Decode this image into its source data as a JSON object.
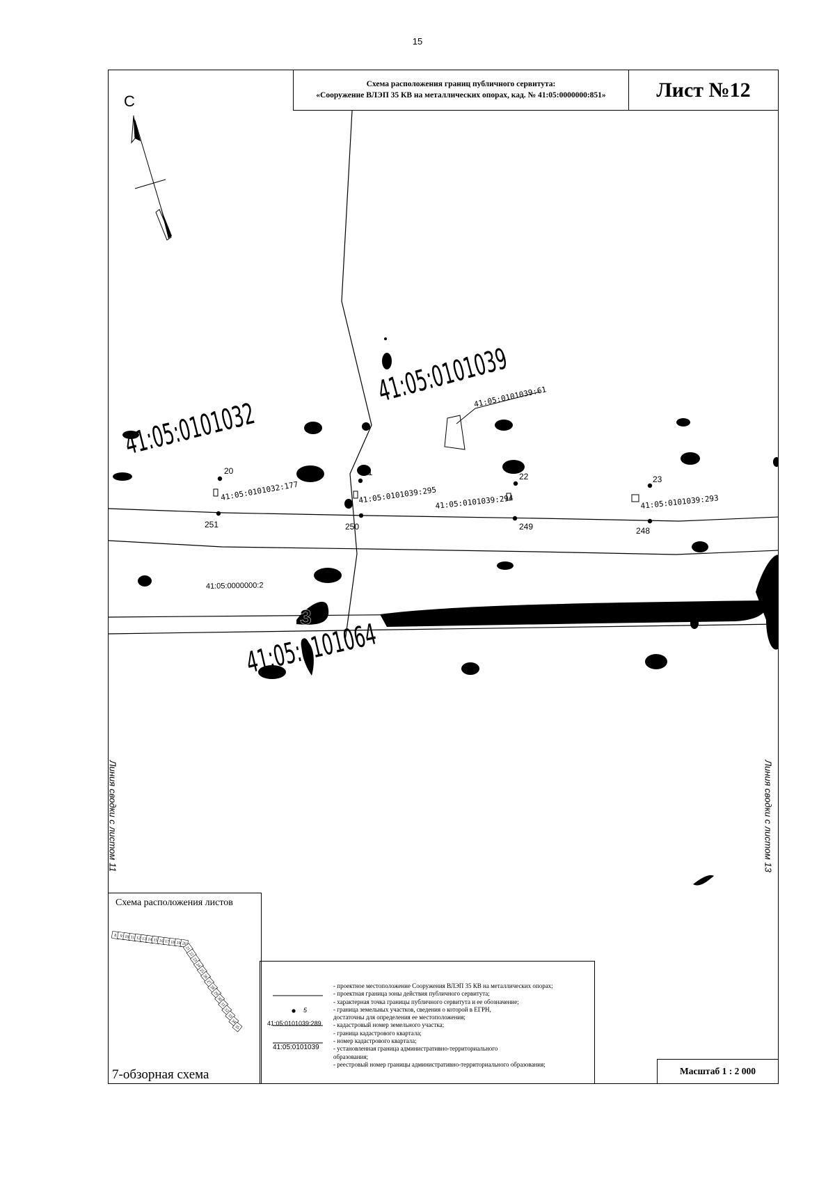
{
  "page_number": "15",
  "header": {
    "title_line1": "Схема расположения границ публичного сервитута:",
    "title_line2": "«Сооружение ВЛЭП 35 КВ на металлических опорах, кад. № 41:05:0000000:851»",
    "sheet": "Лист №12"
  },
  "map": {
    "north_label": "С",
    "quarters": [
      "41:05:0101032",
      "41:05:0101039",
      "41:05:0101064"
    ],
    "parcels": [
      "41:05:0101039:61",
      "41:05:0101032:177",
      "41:05:0101039:295",
      "41:05:0101039:294",
      "41:05:0101039:293"
    ],
    "points": [
      "20",
      "21",
      "22",
      "23",
      "251",
      "250",
      "249",
      "248"
    ],
    "road_label": "41:05:0000000:2",
    "boundary_label": "3",
    "join_left": "Линия сводки с листом 11",
    "join_right": "Линия сводки с листом 13"
  },
  "overview": {
    "title": "Схема расположения листов",
    "caption": "7-обзорная схема",
    "sheets": [
      "8",
      "9",
      "10",
      "11",
      "12",
      "13",
      "14",
      "15",
      "16",
      "17",
      "18",
      "19",
      "20",
      "21",
      "22",
      "23",
      "24",
      "25",
      "26",
      "27",
      "28",
      "29",
      "30",
      "31",
      "32",
      "33",
      "34",
      "35"
    ]
  },
  "legend": {
    "point_symbol_label": "5",
    "cadastral_sample": "41:05:0101039:289",
    "quarter_sample": "41:05:0101039",
    "items": [
      "- проектное местоположение Сооружения ВЛЭП 35 КВ на металлических опорах;",
      "- проектная граница зоны действия публичного сервитута;",
      "- характерная точка границы публичного сервитута и ее обозначение;",
      "- граница земельных участков, сведения о которой в ЕГРН,",
      "  достаточны для определения ее местоположения;",
      "- кадастровый номер земельного участка;",
      "- граница кадастрового квартала;",
      "- номер кадастрового квартала;",
      "- установленная граница административно-территориального",
      "  образования;",
      "- реестровый номер границы административно-территориального  образования;"
    ]
  },
  "scale": "Масштаб 1 : 2 000"
}
